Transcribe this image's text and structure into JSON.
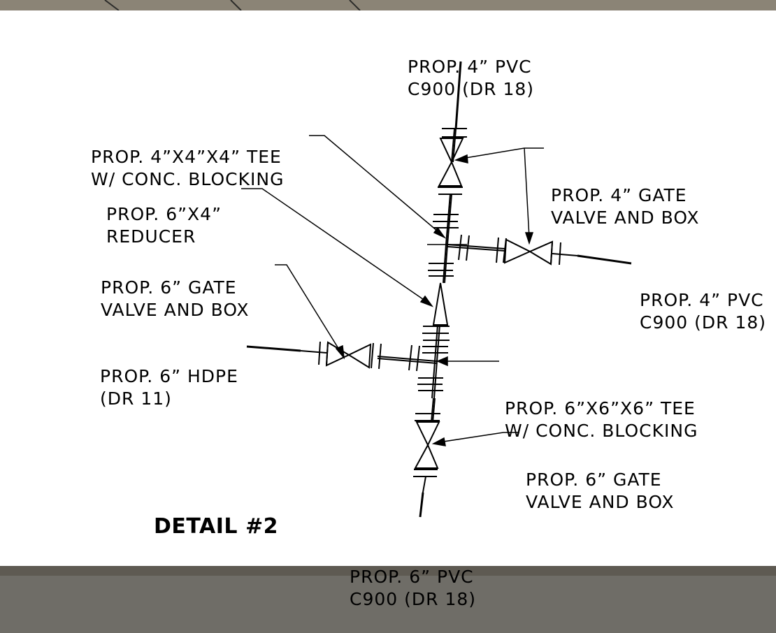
{
  "detail_title": "DETAIL #2",
  "labels": {
    "top_pvc": [
      "PROP. 4” PVC",
      "C900 (DR 18)"
    ],
    "tee_4": [
      "PROP. 4”X4”X4” TEE",
      "W/ CONC. BLOCKING"
    ],
    "gate_4": [
      "PROP. 4” GATE",
      "VALVE AND BOX"
    ],
    "reducer": [
      "PROP. 6”X4”",
      "REDUCER"
    ],
    "right_pvc": [
      "PROP. 4” PVC",
      "C900 (DR 18)"
    ],
    "gate_6_left": [
      "PROP. 6” GATE",
      "VALVE AND BOX"
    ],
    "hdpe": [
      "PROP. 6” HDPE",
      "(DR 11)"
    ],
    "tee_6": [
      "PROP. 6”X6”X6” TEE",
      "W/ CONC. BLOCKING"
    ],
    "gate_6_bottom": [
      "PROP. 6” GATE",
      "VALVE AND BOX"
    ],
    "bottom_pvc": [
      "PROP. 6” PVC",
      "C900 (DR 18)"
    ]
  },
  "colors": {
    "ink": "#000000",
    "paper": "#ffffff",
    "aerial": "#6f6d67"
  }
}
